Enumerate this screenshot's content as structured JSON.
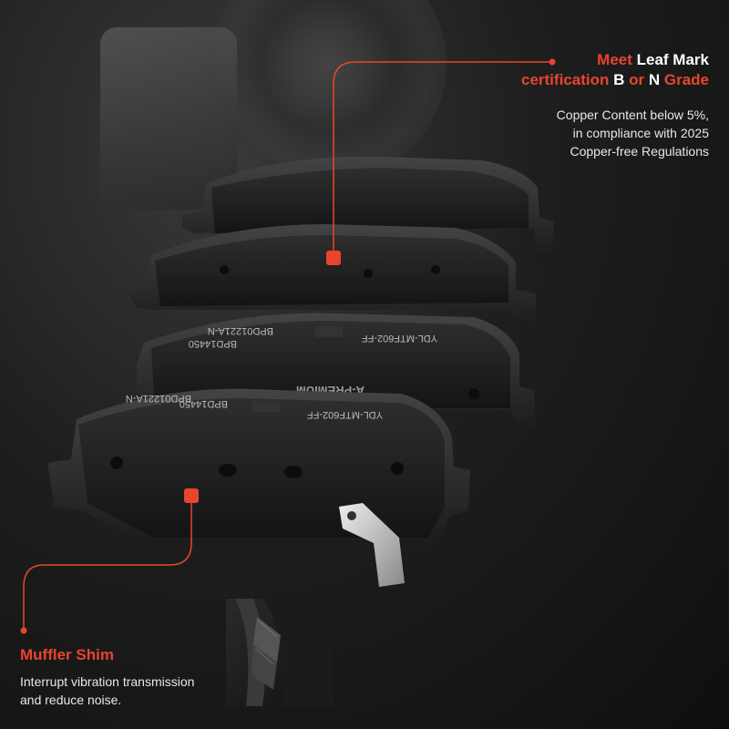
{
  "callouts": {
    "top": {
      "title_line1_accent": "Meet",
      "title_line1_rest": "Leaf Mark",
      "title_line2_accent": "certification",
      "title_line2_b": "B",
      "title_line2_or": "or",
      "title_line2_n": "N",
      "title_line2_grade": "Grade",
      "body": [
        "Copper Content below 5%,",
        "in compliance with 2025",
        "Copper-free Regulations"
      ]
    },
    "bottom": {
      "title": "Muffler Shim",
      "body": [
        "Interrupt vibration transmission",
        "and reduce noise."
      ]
    }
  },
  "pad_markings": {
    "code_a": "BPD14450",
    "code_b": "BPD01221A-N",
    "code_c": "YDL-MTF602-FF",
    "brand": "A-PREMIUM"
  },
  "colors": {
    "accent": "#e8452c",
    "text": "#ffffff",
    "pad": "#1a1a1a"
  }
}
